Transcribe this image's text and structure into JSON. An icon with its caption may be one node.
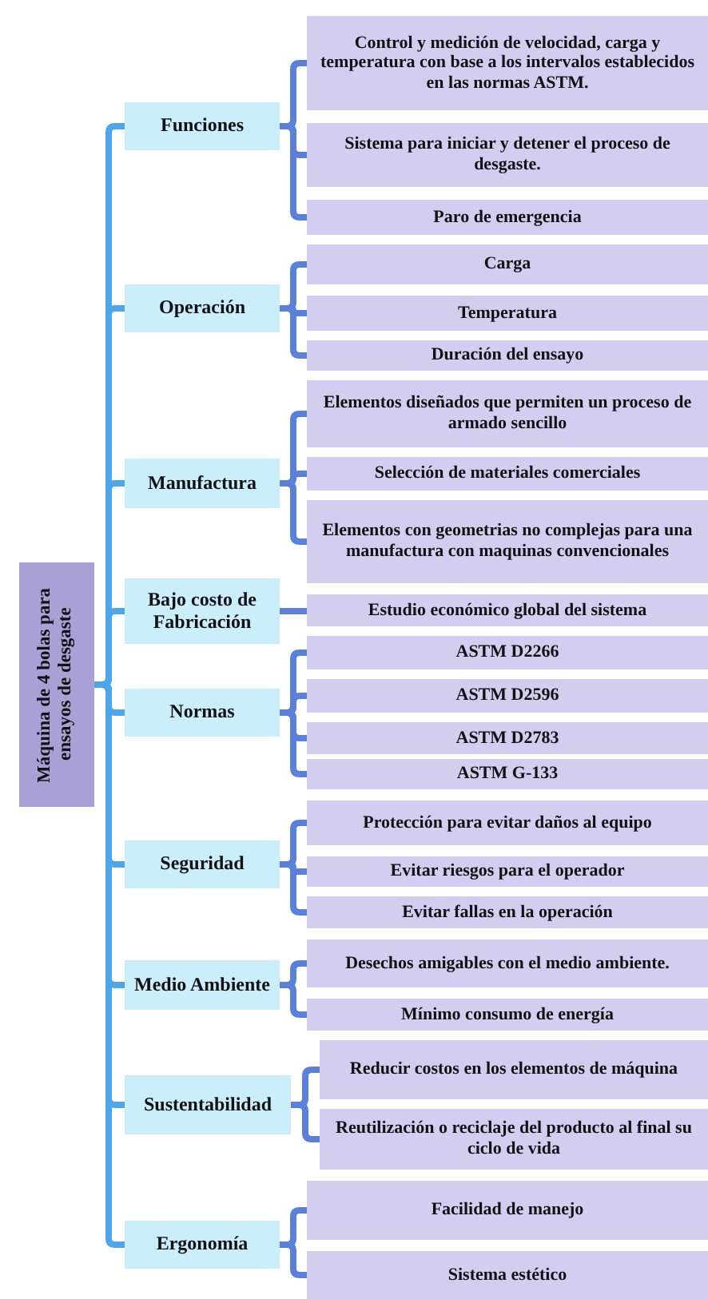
{
  "diagram": {
    "nodes": [
      {
        "text": [
          "Máquina de 4 bolas para ensayos de desgaste"
        ]
      },
      {
        "text": [
          "Funciones"
        ]
      },
      {
        "text": [
          "Control y medición de velocidad, carga y temperatura con base a los intervalos establecidos en las normas ASTM."
        ]
      },
      {
        "text": [
          "Sistema para iniciar y detener el proceso de desgaste."
        ]
      },
      {
        "text": [
          "Paro de emergencia"
        ]
      },
      {
        "text": [
          "Operación"
        ]
      },
      {
        "text": [
          "Carga"
        ]
      },
      {
        "text": [
          "Temperatura"
        ]
      },
      {
        "text": [
          "Duración del ensayo"
        ]
      },
      {
        "text": [
          "Manufactura"
        ]
      },
      {
        "text": [
          "Elementos diseñados que permiten un proceso de armado sencillo"
        ]
      },
      {
        "text": [
          "Selección de materiales comerciales"
        ]
      },
      {
        "text": [
          "Elementos con geometrias no complejas para una manufactura con maquinas convencionales"
        ]
      },
      {
        "text": [
          "Bajo costo de Fabricación"
        ]
      },
      {
        "text": [
          "Estudio económico global del sistema"
        ]
      },
      {
        "text": [
          "Normas"
        ]
      },
      {
        "text": [
          "ASTM D2266"
        ]
      },
      {
        "text": [
          "ASTM D2596"
        ]
      },
      {
        "text": [
          "ASTM D2783"
        ]
      },
      {
        "text": [
          "ASTM G-133"
        ]
      },
      {
        "text": [
          "Seguridad"
        ]
      },
      {
        "text": [
          "Protección para evitar daños al equipo"
        ]
      },
      {
        "text": [
          "Evitar riesgos para el operador"
        ]
      },
      {
        "text": [
          "Evitar fallas en la operación"
        ]
      },
      {
        "text": [
          "Medio Ambiente"
        ]
      },
      {
        "text": [
          "Desechos amigables con el medio ambiente."
        ]
      },
      {
        "text": [
          "Mínimo consumo de energía"
        ]
      },
      {
        "text": [
          "Sustentabilidad"
        ]
      },
      {
        "text": [
          "Reducir costos en los elementos de máquina"
        ]
      },
      {
        "text": [
          "Reutilización o reciclaje del producto al final su ciclo de vida"
        ]
      },
      {
        "text": [
          "Ergonomía"
        ]
      },
      {
        "text": [
          "Facilidad de manejo"
        ]
      },
      {
        "text": [
          "Sistema estético"
        ]
      }
    ],
    "edges": [
      {
        "from": 0,
        "to": 1,
        "arrow": "none",
        "color": "#4da6ea"
      },
      {
        "from": 0,
        "to": 5,
        "arrow": "none",
        "color": "#4da6ea"
      },
      {
        "from": 0,
        "to": 9,
        "arrow": "none",
        "color": "#4da6ea"
      },
      {
        "from": 0,
        "to": 13,
        "arrow": "none",
        "color": "#4da6ea"
      },
      {
        "from": 0,
        "to": 15,
        "arrow": "none",
        "color": "#4da6ea"
      },
      {
        "from": 0,
        "to": 20,
        "arrow": "none",
        "color": "#4da6ea"
      },
      {
        "from": 0,
        "to": 24,
        "arrow": "none",
        "color": "#4da6ea"
      },
      {
        "from": 0,
        "to": 27,
        "arrow": "none",
        "color": "#4da6ea"
      },
      {
        "from": 0,
        "to": 30,
        "arrow": "none",
        "color": "#4da6ea"
      },
      {
        "from": 1,
        "to": 2,
        "arrow": "none"
      },
      {
        "from": 1,
        "to": 3,
        "arrow": "none"
      },
      {
        "from": 1,
        "to": 4,
        "arrow": "none"
      },
      {
        "from": 5,
        "to": 6,
        "arrow": "none"
      },
      {
        "from": 5,
        "to": 7,
        "arrow": "none"
      },
      {
        "from": 5,
        "to": 8,
        "arrow": "none"
      },
      {
        "from": 9,
        "to": 10,
        "arrow": "none"
      },
      {
        "from": 9,
        "to": 11,
        "arrow": "none"
      },
      {
        "from": 9,
        "to": 12,
        "arrow": "none"
      },
      {
        "from": 13,
        "to": 14,
        "arrow": "none"
      },
      {
        "from": 15,
        "to": 16,
        "arrow": "none"
      },
      {
        "from": 15,
        "to": 17,
        "arrow": "none"
      },
      {
        "from": 15,
        "to": 18,
        "arrow": "none"
      },
      {
        "from": 15,
        "to": 19,
        "arrow": "none"
      },
      {
        "from": 20,
        "to": 21,
        "arrow": "none"
      },
      {
        "from": 20,
        "to": 22,
        "arrow": "none"
      },
      {
        "from": 20,
        "to": 23,
        "arrow": "none"
      },
      {
        "from": 24,
        "to": 25,
        "arrow": "none"
      },
      {
        "from": 24,
        "to": 26,
        "arrow": "none"
      },
      {
        "from": 27,
        "to": 28,
        "arrow": "none"
      },
      {
        "from": 27,
        "to": 29,
        "arrow": "none"
      },
      {
        "from": 30,
        "to": 31,
        "arrow": "none"
      },
      {
        "from": 30,
        "to": 32,
        "arrow": "none"
      }
    ]
  }
}
